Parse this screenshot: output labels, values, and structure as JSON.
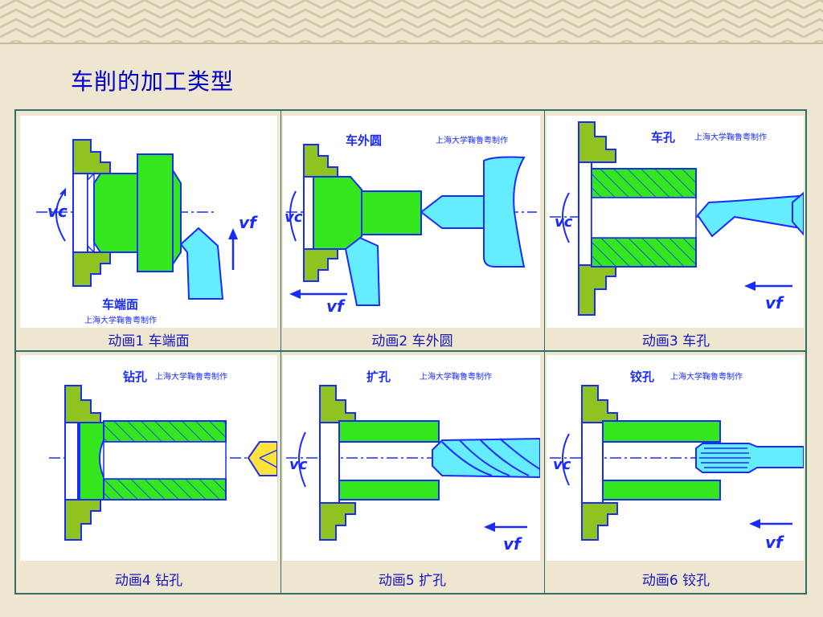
{
  "page": {
    "title": "车削的加工类型"
  },
  "panels": [
    {
      "heading": "车端面",
      "credit": "上海大学鞠鲁粤制作",
      "caption": "动画1 车端面",
      "labels": [
        "vc",
        "vf"
      ]
    },
    {
      "heading": "车外圆",
      "credit": "上海大学鞠鲁粤制作",
      "caption": "动画2  车外圆",
      "labels": [
        "vc",
        "vf"
      ]
    },
    {
      "heading": "车孔",
      "credit": "上海大学鞠鲁粤制作",
      "caption": "动画3 车孔",
      "labels": [
        "vc",
        "vf"
      ]
    },
    {
      "heading": "钻孔",
      "credit": "上海大学鞠鲁粤制作",
      "caption": "动画4  钻孔",
      "labels": []
    },
    {
      "heading": "扩孔",
      "credit": "上海大学鞠鲁粤制作",
      "caption": "动画5  扩孔",
      "labels": [
        "vc",
        "vf"
      ]
    },
    {
      "heading": "铰孔",
      "credit": "上海大学鞠鲁粤制作",
      "caption": "动画6  铰孔",
      "labels": [
        "vc",
        "vf"
      ]
    }
  ],
  "colors": {
    "accent_blue": "#0000cc",
    "chuck_green": "#8fc31f",
    "workpiece_green": "#33e61e",
    "tool_cyan": "#66ecff",
    "grid_line": "#2f6e69"
  }
}
